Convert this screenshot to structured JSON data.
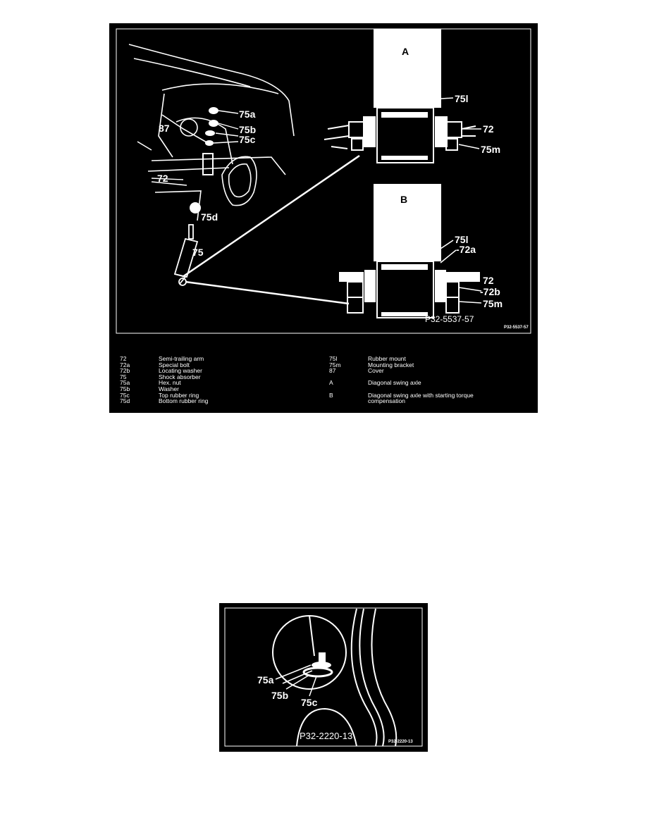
{
  "figure1": {
    "labels": {
      "p75a": "75a",
      "p75b": "75b",
      "p75c": "75c",
      "p87": "87",
      "p72": "72",
      "p75d": "75d",
      "p75": "75",
      "detailA": "A",
      "detailB": "B",
      "a75l": "75l",
      "a72": "72",
      "a75m": "75m",
      "b75l": "75l",
      "b72a": "-72a",
      "b72": "72",
      "b72b": "-72b",
      "b75m": "75m"
    },
    "drawing_number": "P32-5537-57",
    "corner_number": "P32-5537-57"
  },
  "legend": {
    "left": [
      {
        "key": "72",
        "text": "Semi-trailing arm"
      },
      {
        "key": "72a",
        "text": "Special bolt"
      },
      {
        "key": "72b",
        "text": "Locating washer"
      },
      {
        "key": "75",
        "text": "Shock absorber"
      },
      {
        "key": "75a",
        "text": "Hex. nut"
      },
      {
        "key": "75b",
        "text": "Washer"
      },
      {
        "key": "75c",
        "text": "Top rubber ring"
      },
      {
        "key": "75d",
        "text": "Bottom rubber ring"
      }
    ],
    "right": [
      {
        "key": "75l",
        "text": "Rubber mount"
      },
      {
        "key": "75m",
        "text": "Mounting bracket"
      },
      {
        "key": "87",
        "text": "Cover"
      },
      {
        "key": "",
        "text": ""
      },
      {
        "key": "A",
        "text": "Diagonal swing axle"
      },
      {
        "key": "",
        "text": ""
      },
      {
        "key": "B",
        "text": "Diagonal swing axle with starting torque compensation"
      }
    ]
  },
  "figure2": {
    "labels": {
      "p75a": "75a",
      "p75b": "75b",
      "p75c": "75c"
    },
    "drawing_number": "P32-2220-13",
    "corner_number": "P32-2220-13"
  }
}
